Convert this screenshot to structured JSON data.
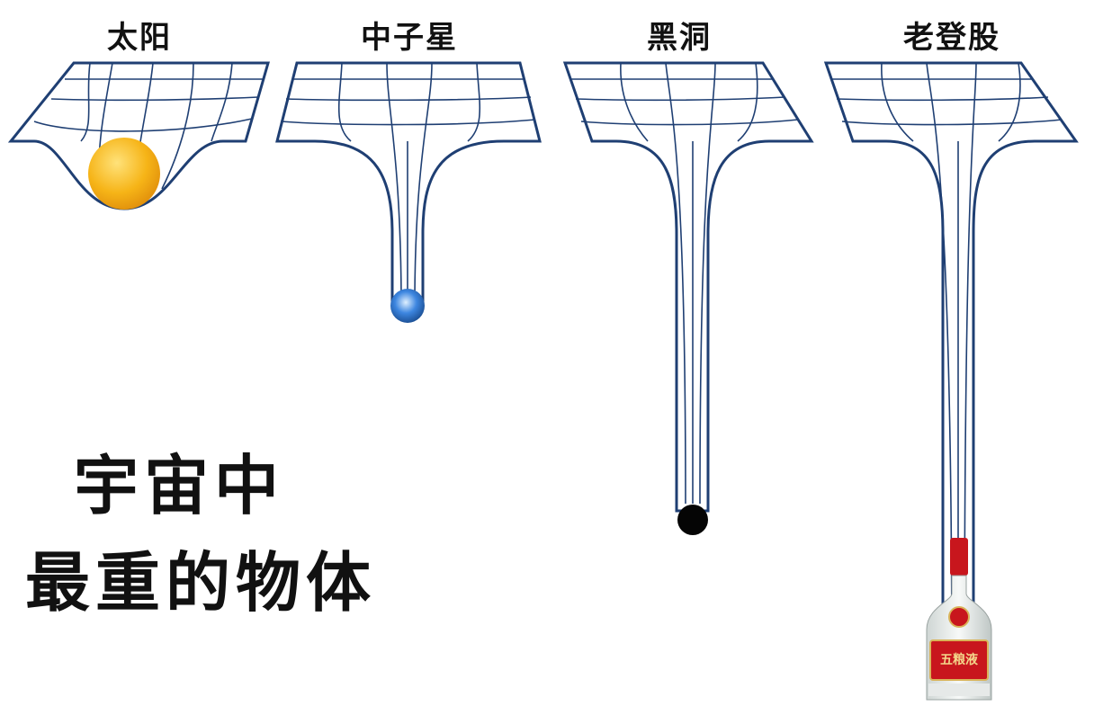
{
  "panels": [
    {
      "label": "太阳",
      "object": "sun"
    },
    {
      "label": "中子星",
      "object": "neutron-star"
    },
    {
      "label": "黑洞",
      "object": "black-hole"
    },
    {
      "label": "老登股",
      "object": "liquor-bottle"
    }
  ],
  "headline": {
    "line1": "宇宙中",
    "line2": "最重的物体"
  },
  "bottle": {
    "brand": "五粮液"
  },
  "colors": {
    "grid": "#1f3f73",
    "sun": "#f6b417",
    "neutron_star": "#3d86e0",
    "black_hole": "#050505",
    "bottle_red": "#c8161d"
  }
}
